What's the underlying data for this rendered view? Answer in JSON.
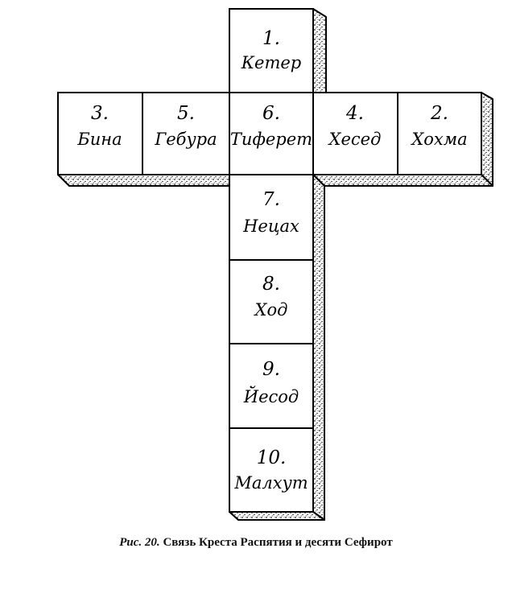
{
  "sefirot": [
    {
      "id": "keter",
      "number": "1.",
      "name": "Кетер"
    },
    {
      "id": "binah",
      "number": "3.",
      "name": "Бина"
    },
    {
      "id": "geburah",
      "number": "5.",
      "name": "Гебура"
    },
    {
      "id": "tiferet",
      "number": "6.",
      "name": "Тиферет"
    },
    {
      "id": "chesed",
      "number": "4.",
      "name": "Хесед"
    },
    {
      "id": "chokhmah",
      "number": "2.",
      "name": "Хохма"
    },
    {
      "id": "netzach",
      "number": "7.",
      "name": "Нецах"
    },
    {
      "id": "hod",
      "number": "8.",
      "name": "Ход"
    },
    {
      "id": "yesod",
      "number": "9.",
      "name": "Йесод"
    },
    {
      "id": "malkhut",
      "number": "10.",
      "name": "Малхут"
    }
  ],
  "caption": {
    "lead": "Рис. 20.",
    "text": " Связь Креста Распятия и десяти Сефирот"
  }
}
